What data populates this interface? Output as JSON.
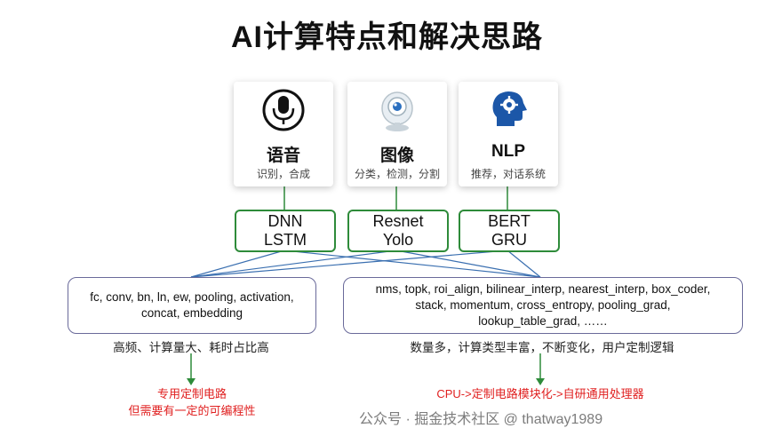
{
  "title": "AI计算特点和解决思路",
  "cards": [
    {
      "name": "语音",
      "sub": "识别，合成",
      "icon": "microphone-icon"
    },
    {
      "name": "图像",
      "sub": "分类，检测，分割",
      "icon": "webcam-icon"
    },
    {
      "name": "NLP",
      "sub": "推荐，对话系统",
      "icon": "head-gear-icon"
    }
  ],
  "models": [
    {
      "line1": "DNN",
      "line2": "LSTM"
    },
    {
      "line1": "Resnet",
      "line2": "Yolo"
    },
    {
      "line1": "BERT",
      "line2": "GRU"
    }
  ],
  "ops": {
    "left": {
      "line1": "fc, conv, bn, ln, ew, pooling, activation,",
      "line2": "concat, embedding"
    },
    "right": {
      "line1": "nms, topk, roi_align, bilinear_interp, nearest_interp, box_coder,",
      "line2": "stack, momentum, cross_entropy, pooling_grad,",
      "line3": "lookup_table_grad, ……"
    }
  },
  "features": {
    "left": "高频、计算量大、耗时占比高",
    "right": "数量多，计算类型丰富，不断变化，用户定制逻辑"
  },
  "solutions": {
    "left": {
      "line1": "专用定制电路",
      "line2": "但需要有一定的可编程性"
    },
    "right": "CPU->定制电路模块化->自研通用处理器"
  },
  "watermark": "公众号 · 掘金技术社区 @ thatway1989",
  "colors": {
    "green": "#2e8b3a",
    "blue_lines": "#3a6fb0",
    "red": "#e02020",
    "box_border": "#6a6a9a"
  }
}
